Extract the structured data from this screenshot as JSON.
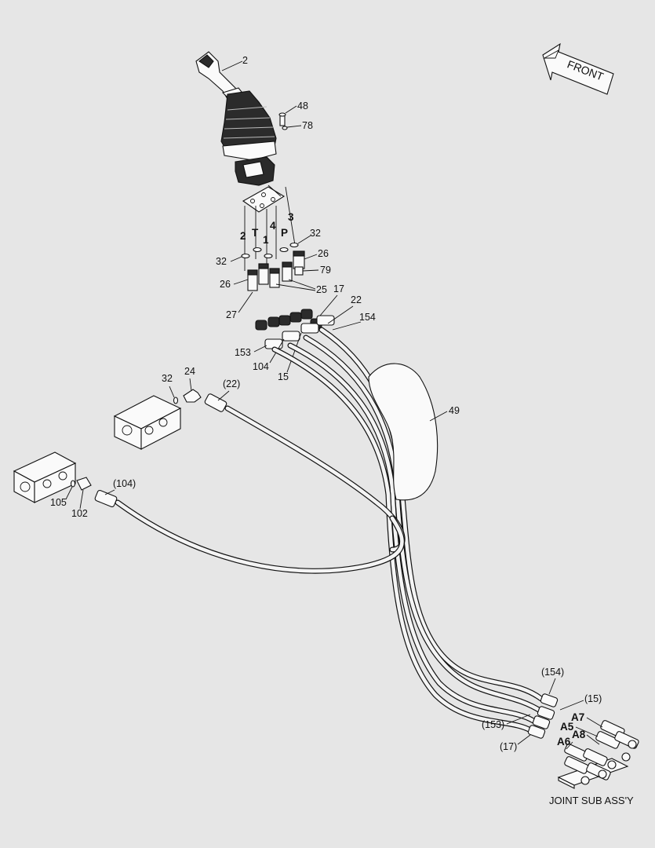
{
  "labels": {
    "front": "FRONT",
    "joint_sub_assy": "JOINT SUB ASS'Y",
    "l2": "2",
    "l48": "48",
    "l78": "78",
    "port_3": "3",
    "port_4": "4",
    "port_2": "2",
    "port_T": "T",
    "port_1": "1",
    "port_P": "P",
    "l32a": "32",
    "l32b": "32",
    "l26a": "26",
    "l79": "79",
    "l26b": "26",
    "l25": "25",
    "l27": "27",
    "l17": "17",
    "l22": "22",
    "l154": "154",
    "l153": "153",
    "l104": "104",
    "l15": "15",
    "l32c": "32",
    "l24": "24",
    "l22p": "(22)",
    "l49": "49",
    "l104p": "(104)",
    "l105": "105",
    "l102": "102",
    "l154p": "(154)",
    "l15p": "(15)",
    "l153p": "(153)",
    "l17p": "(17)",
    "A7": "A7",
    "A5": "A5",
    "A8": "A8",
    "A6": "A6"
  },
  "colors": {
    "background": "#e6e6e6",
    "ink": "#111111",
    "boot": "#2b2b2b"
  }
}
